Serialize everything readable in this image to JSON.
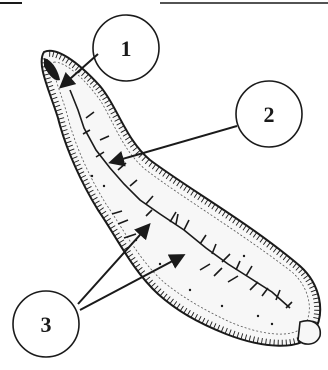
{
  "diagram": {
    "labels": [
      {
        "id": "callout-1",
        "text": "1"
      },
      {
        "id": "callout-2",
        "text": "2"
      },
      {
        "id": "callout-3",
        "text": "3"
      }
    ],
    "colors": {
      "ink": "#1a1a1a",
      "body_fill": "#f7f7f7",
      "background": "#ffffff"
    }
  }
}
